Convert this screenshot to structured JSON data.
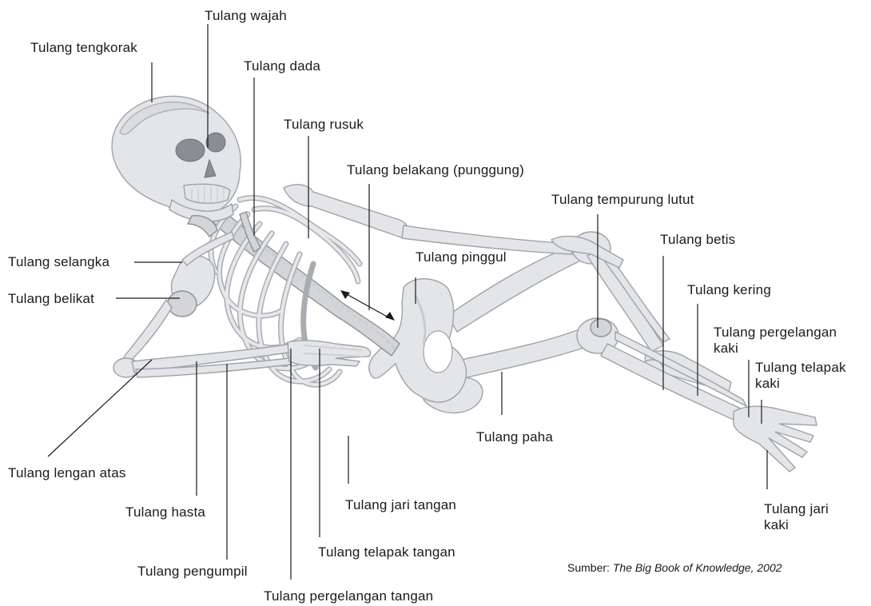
{
  "labels": {
    "tengkorak": "Tulang tengkorak",
    "wajah": "Tulang wajah",
    "dada": "Tulang dada",
    "rusuk": "Tulang rusuk",
    "belakang": "Tulang belakang (punggung)",
    "tempurung_lutut": "Tulang tempurung lutut",
    "betis": "Tulang betis",
    "pinggul": "Tulang pinggul",
    "kering": "Tulang kering",
    "pergelangan_kaki_1": "Tulang pergelangan",
    "pergelangan_kaki_2": "kaki",
    "telapak_kaki_1": "Tulang telapak",
    "telapak_kaki_2": "kaki",
    "selangka": "Tulang selangka",
    "belikat": "Tulang belikat",
    "lengan_atas": "Tulang lengan atas",
    "hasta": "Tulang hasta",
    "pengumpil": "Tulang pengumpil",
    "pergelangan_tangan": "Tulang pergelangan tangan",
    "telapak_tangan": "Tulang telapak tangan",
    "jari_tangan": "Tulang jari tangan",
    "paha": "Tulang paha",
    "jari_kaki_1": "Tulang jari",
    "jari_kaki_2": "kaki"
  },
  "source": {
    "prefix": "Sumber:",
    "title": "The Big Book of Knowledge, 2002"
  },
  "colors": {
    "bone": "#e4e5e8",
    "bone_outline": "#9fa2a8",
    "text": "#1a1a1a"
  }
}
